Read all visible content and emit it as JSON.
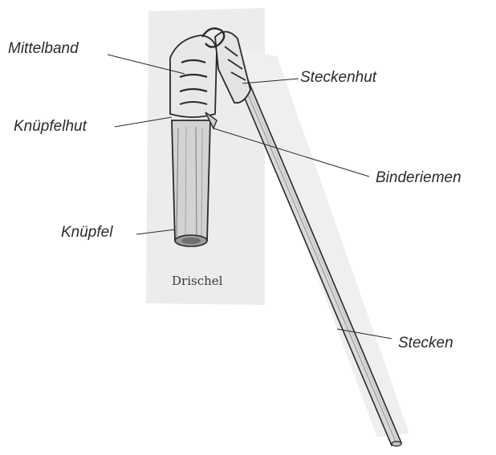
{
  "labels": {
    "mittelband": "Mittelband",
    "steckenhut": "Steckenhut",
    "knuepfelhut": "Knüpfelhut",
    "binderiemen": "Binderiemen",
    "knuepfel": "Knüpfel",
    "stecken": "Stecken"
  },
  "caption": "Drischel",
  "colors": {
    "paper_shadow": "#e6e6e6",
    "ink": "#2a2a2a",
    "wood_light": "#dcdcdc",
    "wood_dark": "#9a9a9a"
  }
}
